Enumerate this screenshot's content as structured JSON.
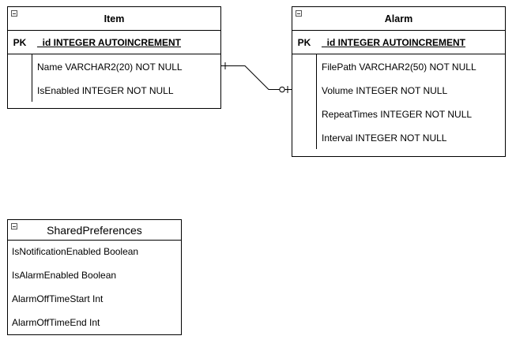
{
  "item": {
    "title": "Item",
    "pk_label": "PK",
    "pk_field": "_id INTEGER AUTOINCREMENT",
    "fields": [
      "Name VARCHAR2(20) NOT NULL",
      "IsEnabled INTEGER NOT NULL"
    ]
  },
  "alarm": {
    "title": "Alarm",
    "pk_label": "PK",
    "pk_field": "_id INTEGER AUTOINCREMENT",
    "fields": [
      "FilePath VARCHAR2(50) NOT NULL",
      "Volume INTEGER NOT NULL",
      "RepeatTimes INTEGER NOT NULL",
      "Interval INTEGER NOT NULL"
    ]
  },
  "shared_preferences": {
    "title": "SharedPreferences",
    "fields": [
      "IsNotificationEnabled Boolean",
      "IsAlarmEnabled Boolean",
      "AlarmOffTimeStart Int",
      "AlarmOffTimeEnd Int"
    ]
  }
}
